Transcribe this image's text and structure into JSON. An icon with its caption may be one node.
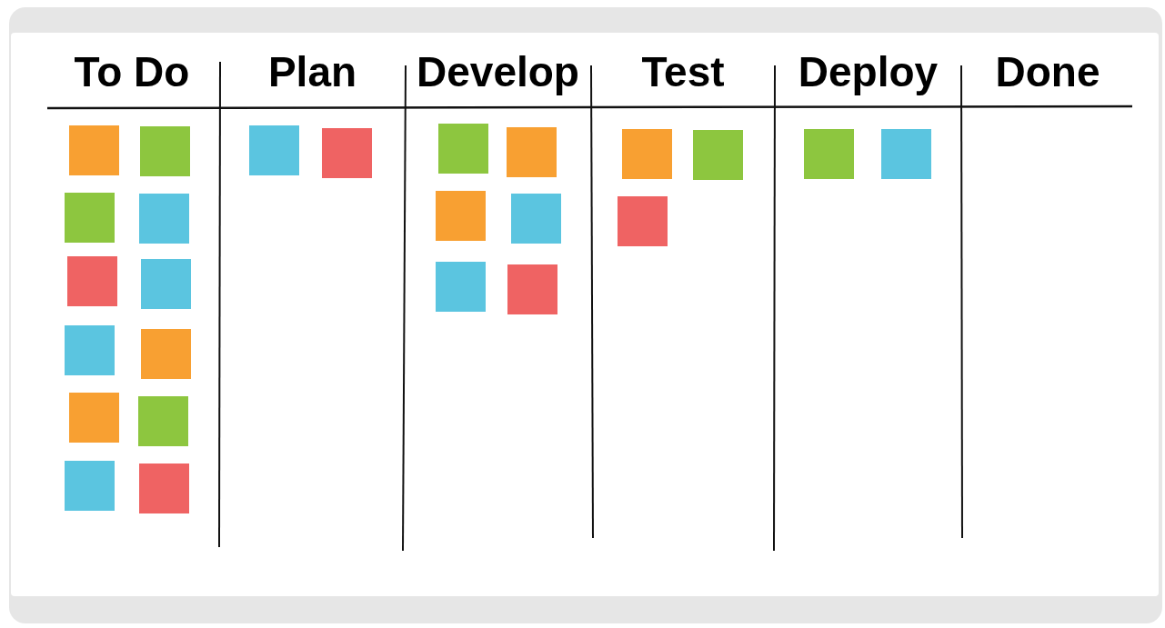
{
  "diagram": {
    "nodes": [
      {
        "text": [
          "To Do"
        ]
      },
      {
        "text": [],
        "shape": "box",
        "in": 0
      },
      {
        "text": [],
        "shape": "box",
        "in": 0
      },
      {
        "text": [],
        "shape": "box",
        "in": 0
      },
      {
        "text": [],
        "shape": "box",
        "in": 0
      },
      {
        "text": [],
        "shape": "box",
        "in": 0
      },
      {
        "text": [],
        "shape": "box",
        "in": 0
      },
      {
        "text": [],
        "shape": "box",
        "in": 0
      },
      {
        "text": [],
        "shape": "box",
        "in": 0
      },
      {
        "text": [],
        "shape": "box",
        "in": 0
      },
      {
        "text": [],
        "shape": "box",
        "in": 0
      },
      {
        "text": [],
        "shape": "box",
        "in": 0
      },
      {
        "text": [],
        "shape": "box",
        "in": 0
      },
      {
        "text": [
          "Plan"
        ]
      },
      {
        "text": [],
        "shape": "box",
        "in": 13
      },
      {
        "text": [],
        "shape": "box",
        "in": 13
      },
      {
        "text": [
          "Develop"
        ]
      },
      {
        "text": [],
        "shape": "box",
        "in": 16
      },
      {
        "text": [],
        "shape": "box",
        "in": 16
      },
      {
        "text": [],
        "shape": "box",
        "in": 16
      },
      {
        "text": [],
        "shape": "box",
        "in": 16
      },
      {
        "text": [],
        "shape": "box",
        "in": 16
      },
      {
        "text": [],
        "shape": "box",
        "in": 16
      },
      {
        "text": [
          "Test"
        ]
      },
      {
        "text": [],
        "shape": "box",
        "in": 23
      },
      {
        "text": [],
        "shape": "box",
        "in": 23
      },
      {
        "text": [],
        "shape": "box",
        "in": 23
      },
      {
        "text": [
          "Deploy"
        ]
      },
      {
        "text": [],
        "shape": "box",
        "in": 27
      },
      {
        "text": [],
        "shape": "box",
        "in": 27
      },
      {
        "text": [
          "Done"
        ]
      }
    ],
    "edges": []
  }
}
